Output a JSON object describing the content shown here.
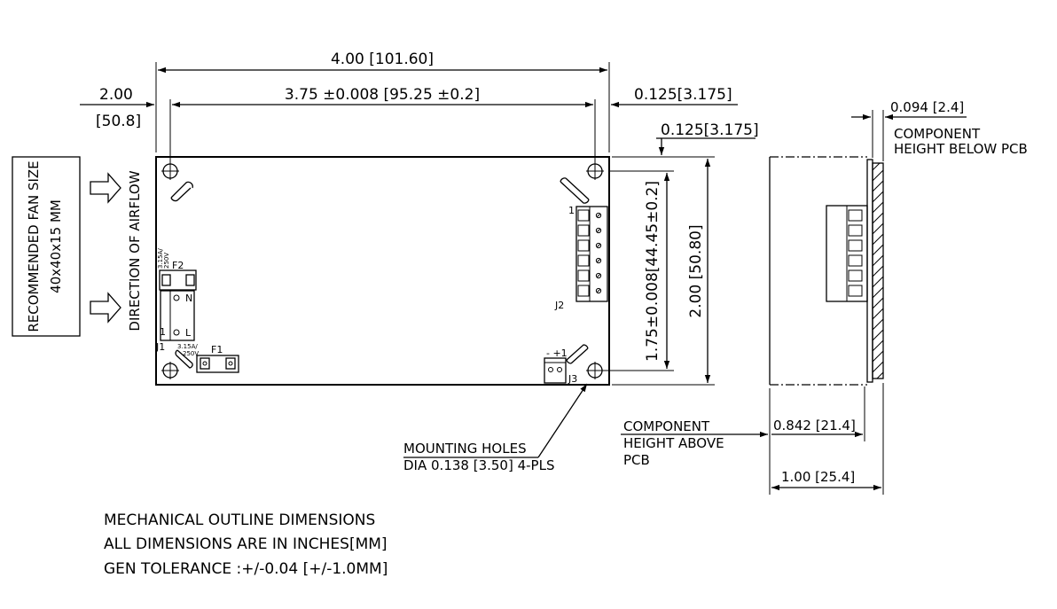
{
  "dimensions": {
    "overall_length": "4.00 [101.60]",
    "hole_spacing_x": "3.75 ±0.008 [95.25 ±0.2]",
    "fan_offset_in": "2.00",
    "fan_offset_mm": "[50.8]",
    "hole_edge_offset_x": "0.125[3.175]",
    "hole_edge_offset_y": "0.125[3.175]",
    "hole_spacing_y": "1.75±0.008[44.45±0.2]",
    "overall_width": "2.00 [50.80]",
    "below_pcb_height": "0.094 [2.4]",
    "above_pcb_height": "0.842 [21.4]",
    "total_height": "1.00 [25.4]"
  },
  "labels": {
    "fan_size_line1": "RECOMMENDED FAN SIZE",
    "fan_size_line2": "40x40x15 MM",
    "airflow": "DIRECTION OF AIRFLOW",
    "below_line1": "COMPONENT",
    "below_line2": "HEIGHT BELOW PCB",
    "above_line1": "COMPONENT",
    "above_line2": "HEIGHT ABOVE",
    "above_line3": "PCB",
    "mount_line1": "MOUNTING HOLES",
    "mount_line2": "DIA 0.138 [3.50] 4-PLS"
  },
  "board": {
    "j1": "J1",
    "j1_pin1": "1",
    "j1_n": "N",
    "j1_l": "L",
    "f1": "F1",
    "f2": "F2",
    "fuse_rating_a": "3.15A/",
    "fuse_rating_v": "250V",
    "j2": "J2",
    "j2_pin1": "1",
    "j3": "J3",
    "j3_pins": "-  +1"
  },
  "notes": [
    "MECHANICAL OUTLINE DIMENSIONS",
    "ALL DIMENSIONS ARE IN INCHES[MM]",
    "GEN TOLERANCE :+/-0.04 [+/-1.0MM]"
  ]
}
